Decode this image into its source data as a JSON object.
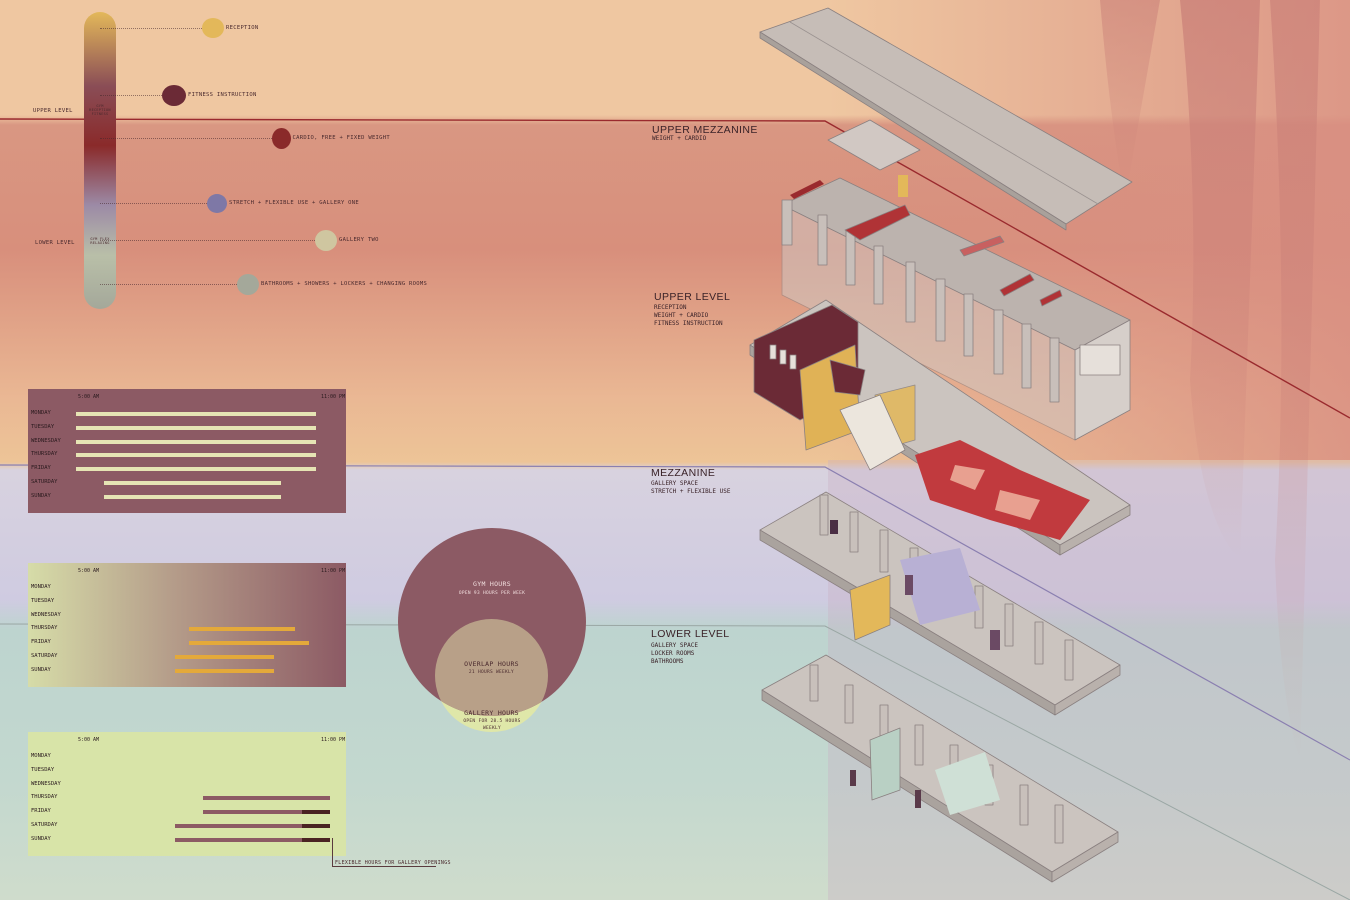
{
  "timeline": {
    "top_label": "UPPER LEVEL",
    "bottom_label": "LOWER LEVEL",
    "bar_note_top": "GYM RECEPTION FITNESS",
    "bar_note_bottom": "GYM FLEX RELAXING",
    "items": [
      {
        "label": "RECEPTION",
        "color": "#e3b85a"
      },
      {
        "label": "FITNESS INSTRUCTION",
        "color": "#6b2a36"
      },
      {
        "label": "CARDIO, FREE + FIXED WEIGHT",
        "color": "#8a2a2a"
      },
      {
        "label": "STRETCH + FLEXIBLE USE + GALLERY ONE",
        "color": "#7e78a6"
      },
      {
        "label": "GALLERY TWO",
        "color": "#cfc6a0"
      },
      {
        "label": "BATHROOMS + SHOWERS + LOCKERS + CHANGING ROOMS",
        "color": "#a4a89a"
      }
    ]
  },
  "levels": [
    {
      "title": "UPPER MEZZANINE",
      "subtitle": "WEIGHT + CARDIO"
    },
    {
      "title": "UPPER LEVEL",
      "subtitle": "RECEPTION\nWEIGHT + CARDIO\nFITNESS INSTRUCTION"
    },
    {
      "title": "MEZZANINE",
      "subtitle": "GALLERY SPACE\nSTRETCH + FLEXIBLE USE"
    },
    {
      "title": "LOWER LEVEL",
      "subtitle": "GALLERY SPACE\nLOCKER ROOMS\nBATHROOMS"
    }
  ],
  "schedules": {
    "start_label": "5:00 AM",
    "end_label": "11:00 PM",
    "days": [
      "MONDAY",
      "TUESDAY",
      "WEDNESDAY",
      "THURSDAY",
      "FRIDAY",
      "SATURDAY",
      "SUNDAY"
    ],
    "gym": {
      "bg": "#8c5a64",
      "bar_color": "#e6e4b4",
      "bars": [
        [
          5,
          22
        ],
        [
          5,
          22
        ],
        [
          5,
          22
        ],
        [
          5,
          22
        ],
        [
          5,
          22
        ],
        [
          7,
          19.5
        ],
        [
          7,
          19.5
        ]
      ]
    },
    "gallery": {
      "bar_color": "#e4a93a",
      "bars": [
        null,
        null,
        null,
        [
          13,
          20.5
        ],
        [
          13,
          21.5
        ],
        [
          12,
          19
        ],
        [
          12,
          19
        ]
      ]
    },
    "flex": {
      "bg": "#d8e4a8",
      "bar_color": "#8c5a64",
      "extra_color": "#4a2222",
      "bars": [
        null,
        null,
        null,
        [
          14,
          23
        ],
        [
          14,
          23
        ],
        [
          12,
          23
        ],
        [
          12,
          23
        ]
      ],
      "extra_start": 21,
      "note": "FLEXIBLE HOURS FOR GALLERY OPENINGS"
    }
  },
  "venn": {
    "gym_title": "GYM HOURS",
    "gym_sub": "OPEN 93 HOURS PER WEEK",
    "overlap_title": "OVERLAP HOURS",
    "overlap_sub": "21 HOURS WEEKLY",
    "gallery_title": "GALLERY HOURS",
    "gallery_sub": "OPEN FOR 28.5 HOURS WEEKLY"
  }
}
